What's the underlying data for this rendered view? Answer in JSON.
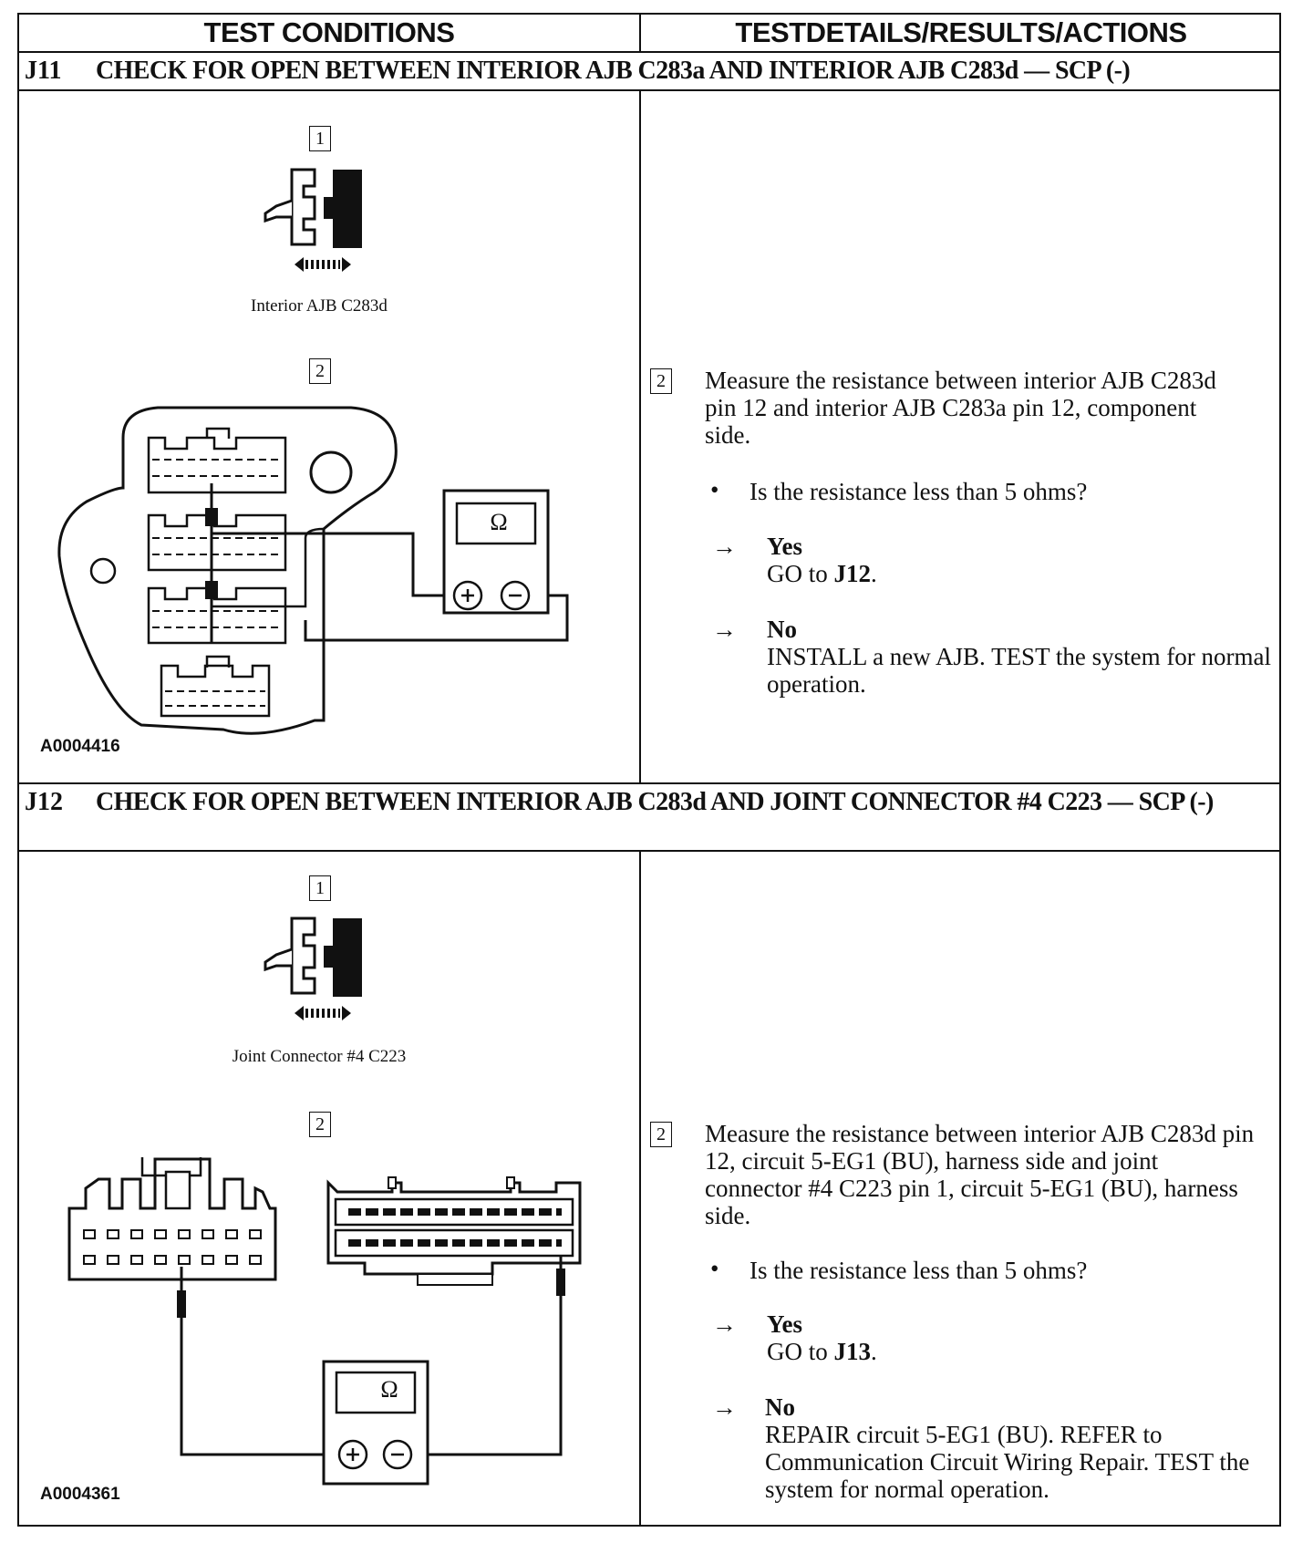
{
  "header": {
    "col1": "TEST CONDITIONS",
    "col2": "TESTDETAILS/RESULTS/ACTIONS"
  },
  "sections": [
    {
      "id": "J11",
      "title": "CHECK FOR OPEN BETWEEN INTERIOR AJB C283a AND INTERIOR AJB C283d — SCP (-)",
      "step1_label": "1",
      "step1_caption": "Interior AJB C283d",
      "step2_label": "2",
      "meter_symbol": "Ω",
      "artwork_id": "A0004416",
      "detail_step": "2",
      "detail_text": "Measure the resistance between interior AJB C283d pin 12 and interior AJB C283a pin 12, component side.",
      "question": "Is the resistance less than 5 ohms?",
      "yes_label": "Yes",
      "yes_action_prefix": "GO to ",
      "yes_action_target": "J12",
      "yes_action_suffix": ".",
      "no_label": "No",
      "no_action": "INSTALL a new AJB. TEST the system for normal operation."
    },
    {
      "id": "J12",
      "title": "CHECK FOR OPEN BETWEEN INTERIOR AJB C283d AND JOINT CONNECTOR #4 C223 — SCP (-)",
      "step1_label": "1",
      "step1_caption": "Joint Connector #4 C223",
      "step2_label": "2",
      "meter_symbol": "Ω",
      "artwork_id": "A0004361",
      "detail_step": "2",
      "detail_text": "Measure the resistance between interior AJB C283d pin 12, circuit 5-EG1 (BU), harness side and joint connector #4 C223 pin 1, circuit 5-EG1 (BU), harness side.",
      "question": "Is the resistance less than 5 ohms?",
      "yes_label": "Yes",
      "yes_action_prefix": "GO to ",
      "yes_action_target": "J13",
      "yes_action_suffix": ".",
      "no_label": "No",
      "no_action": "REPAIR circuit 5-EG1 (BU). REFER to Communication Circuit Wiring Repair. TEST the system for normal operation."
    }
  ]
}
